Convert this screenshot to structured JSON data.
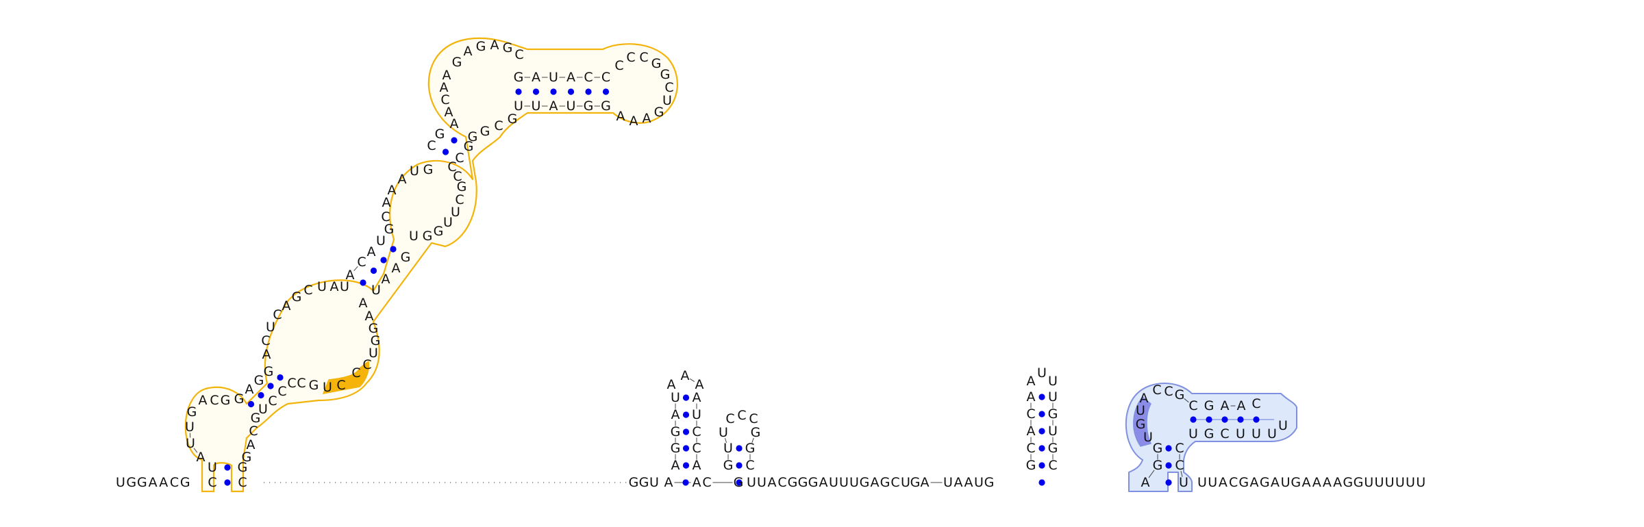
{
  "colors": {
    "domain1_outline": "#f2b30a",
    "domain1_fill": "#fffdf2",
    "domain1_highlight": "#f6b40a",
    "domain2_outline": "#8090e0",
    "domain2_fill": "#dde8fb",
    "domain2_highlight": "#8a8ce8",
    "base_pair": "#0000ee"
  },
  "strands": {
    "left_tail": [
      "U",
      "G",
      "G",
      "A",
      "A",
      "C",
      "G"
    ],
    "mid_segment": [
      "G",
      "G",
      "U",
      "A",
      "A",
      "C",
      "G",
      "U",
      "U",
      "A",
      "C",
      "G",
      "G",
      "G",
      "A",
      "U",
      "U",
      "U",
      "G",
      "A",
      "G",
      "C",
      "U",
      "G",
      "A",
      "U",
      "A",
      "A",
      "U",
      "G"
    ],
    "right_tail": [
      "U",
      "U",
      "A",
      "C",
      "G",
      "A",
      "G",
      "A",
      "U",
      "G",
      "A",
      "A",
      "A",
      "A",
      "G",
      "G",
      "U",
      "U",
      "U",
      "U",
      "U",
      "U"
    ]
  },
  "domain1": {
    "stem0_left": [
      "C",
      "U"
    ],
    "stem0_right": [
      "C",
      "G"
    ],
    "loop0": [
      "A",
      "U",
      "U",
      "G",
      "A",
      "C",
      "G"
    ],
    "inner_a_left": [
      "G",
      "A",
      "G",
      "G"
    ],
    "inner_a_right": [
      "U",
      "C",
      "C",
      "C"
    ],
    "bulge_a": [
      "G",
      "A",
      "C",
      "G"
    ],
    "loop1_left": [
      "A",
      "C",
      "U",
      "C"
    ],
    "loop1_top": [
      "A",
      "G",
      "C",
      "U",
      "A",
      "U"
    ],
    "stem1_left": [
      "A",
      "C",
      "A",
      "U"
    ],
    "stem1_right": [
      "U",
      "A",
      "A",
      "G"
    ],
    "loop1_right": [
      "A",
      "A",
      "G",
      "G",
      "U",
      "C",
      "C"
    ],
    "highlight_bases": [
      "C",
      "G",
      "U",
      "C"
    ],
    "loop2_left": [
      "G",
      "C",
      "A",
      "A"
    ],
    "loop2_top": [
      "A",
      "U",
      "G"
    ],
    "stem2_left": [
      "C",
      "G"
    ],
    "stem2_right": [
      "C",
      "G"
    ],
    "loop2_right": [
      "U",
      "G",
      "G",
      "U",
      "U",
      "C",
      "G",
      "C",
      "C"
    ],
    "loop3_left": [
      "A",
      "A",
      "C",
      "A",
      "A"
    ],
    "loop3_top": [
      "G",
      "A",
      "G",
      "A",
      "G",
      "C"
    ],
    "stem3_top": [
      "G",
      "A",
      "U",
      "A",
      "C",
      "C"
    ],
    "stem3_bottom": [
      "U",
      "U",
      "A",
      "U",
      "G",
      "G"
    ],
    "loop3_bottom": [
      "G",
      "C",
      "G",
      "G"
    ],
    "hairpin3": [
      "C",
      "C",
      "C",
      "G",
      "G",
      "C",
      "U",
      "G",
      "A",
      "A",
      "A"
    ]
  },
  "hairpins": {
    "hp1_left": [
      "U",
      "A",
      "G",
      "G",
      "A"
    ],
    "hp1_right": [
      "A",
      "U",
      "C",
      "C",
      "A"
    ],
    "hp1_loop": [
      "A",
      "A",
      "A"
    ],
    "hp2_left": [
      "G",
      "U",
      "U"
    ],
    "hp2_right": [
      "C",
      "G",
      "G"
    ],
    "hp2_loop": [
      "C",
      "C",
      "C"
    ],
    "hp3_left": [
      "G",
      "C",
      "A",
      "C",
      "A",
      "A"
    ],
    "hp3_right": [
      "C",
      "G",
      "U",
      "G",
      "U",
      "U"
    ],
    "hp3_loop": [
      "U"
    ]
  },
  "domain2": {
    "stem_left": [
      "A",
      "G",
      "G"
    ],
    "stem_right": [
      "U",
      "C",
      "C"
    ],
    "left_loop": [
      "U",
      "G",
      "U",
      "A",
      "C"
    ],
    "arm_top": [
      "C",
      "G",
      "C",
      "G",
      "A",
      "A",
      "C"
    ],
    "arm_bottom": [
      "U",
      "G",
      "C",
      "U",
      "U",
      "U"
    ],
    "arm_tip": [
      "U"
    ]
  }
}
